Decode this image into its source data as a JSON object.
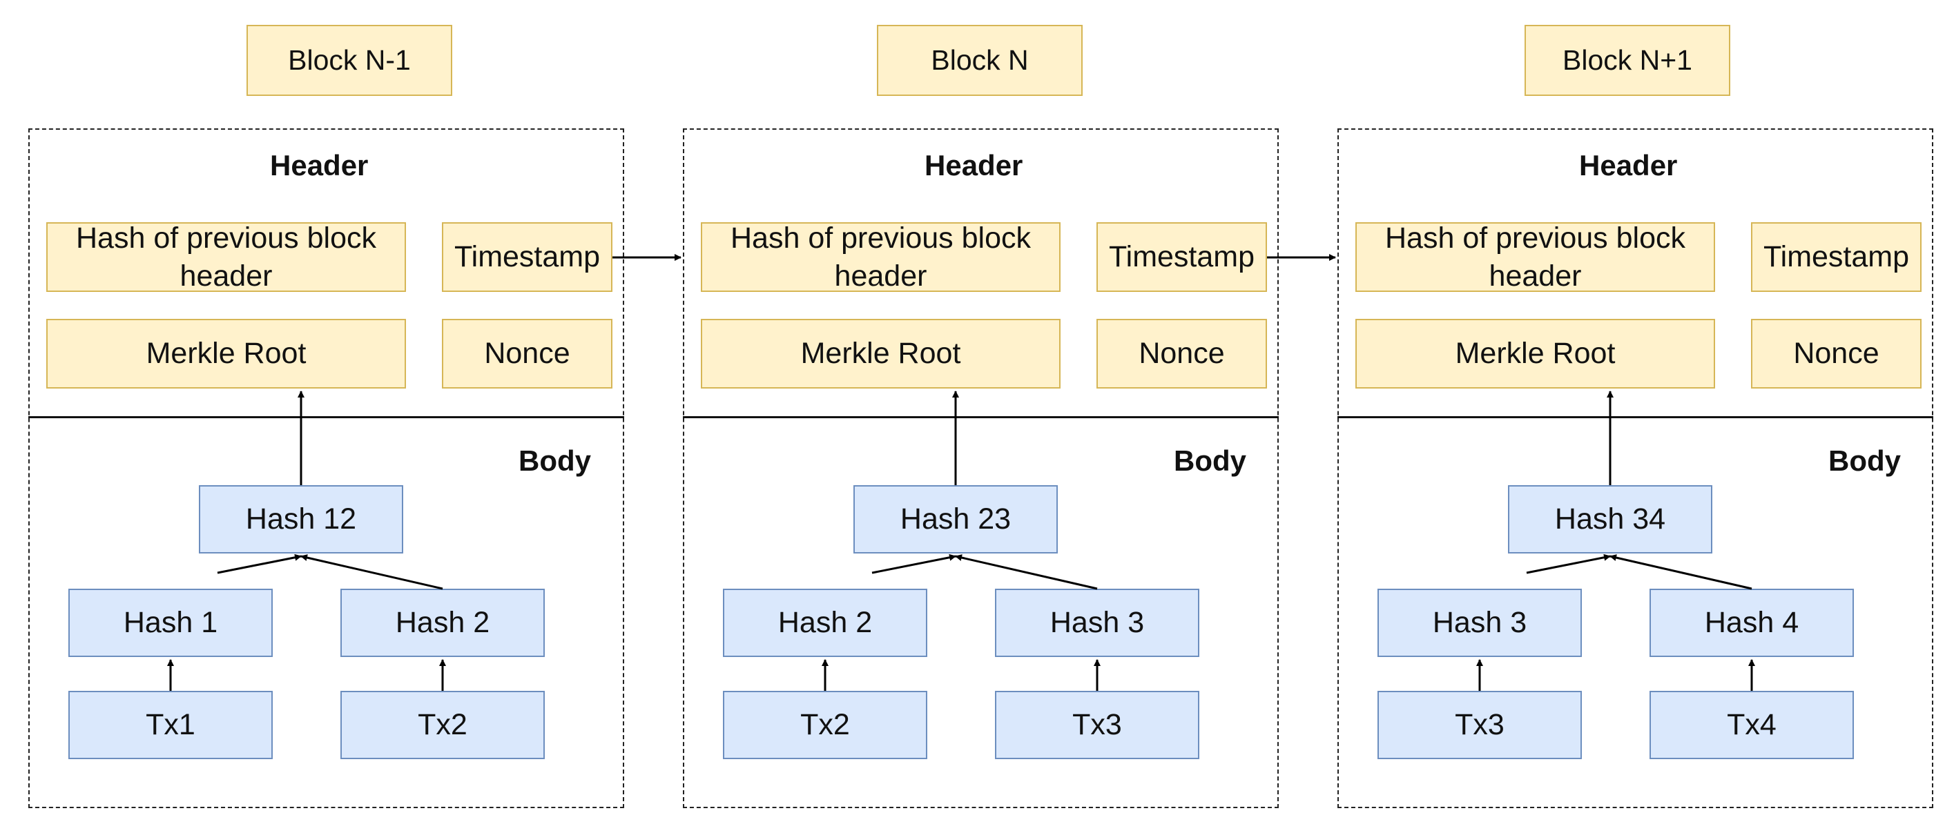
{
  "blocks": [
    {
      "title": "Block N-1",
      "header_label": "Header",
      "body_label": "Body",
      "prev_hash": "Hash of previous block header",
      "timestamp": "Timestamp",
      "merkle_root": "Merkle Root",
      "nonce": "Nonce",
      "root_hash": "Hash 12",
      "hash_left": "Hash 1",
      "hash_right": "Hash 2",
      "tx_left": "Tx1",
      "tx_right": "Tx2"
    },
    {
      "title": "Block N",
      "header_label": "Header",
      "body_label": "Body",
      "prev_hash": "Hash of previous block header",
      "timestamp": "Timestamp",
      "merkle_root": "Merkle Root",
      "nonce": "Nonce",
      "root_hash": "Hash 23",
      "hash_left": "Hash 2",
      "hash_right": "Hash 3",
      "tx_left": "Tx2",
      "tx_right": "Tx3"
    },
    {
      "title": "Block N+1",
      "header_label": "Header",
      "body_label": "Body",
      "prev_hash": "Hash of previous block header",
      "timestamp": "Timestamp",
      "merkle_root": "Merkle Root",
      "nonce": "Nonce",
      "root_hash": "Hash 34",
      "hash_left": "Hash 3",
      "hash_right": "Hash 4",
      "tx_left": "Tx3",
      "tx_right": "Tx4"
    }
  ]
}
